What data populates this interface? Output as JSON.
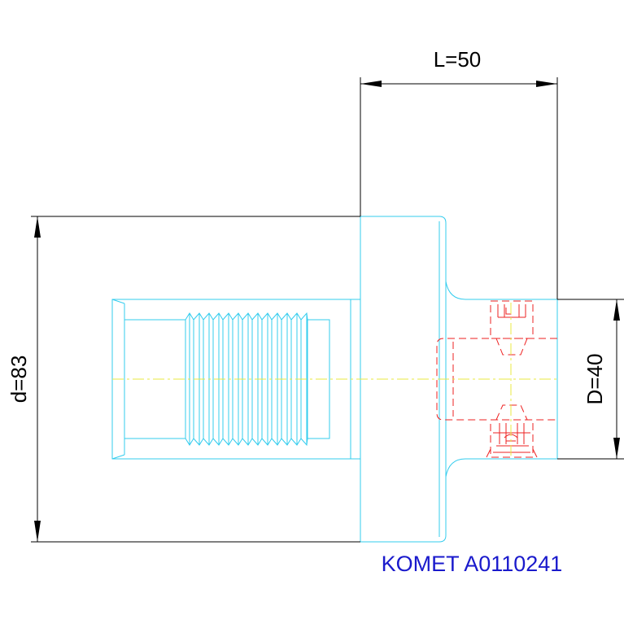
{
  "dimensions": {
    "length": "L=50",
    "outer_diameter": "d=83",
    "bore_diameter": "D=40"
  },
  "caption": "KOMET A0110241",
  "colors": {
    "outline": "#33ccee",
    "hidden": "#ee2222",
    "centerline": "#e8e840",
    "dimension": "#000000",
    "caption": "#1a1acc"
  }
}
